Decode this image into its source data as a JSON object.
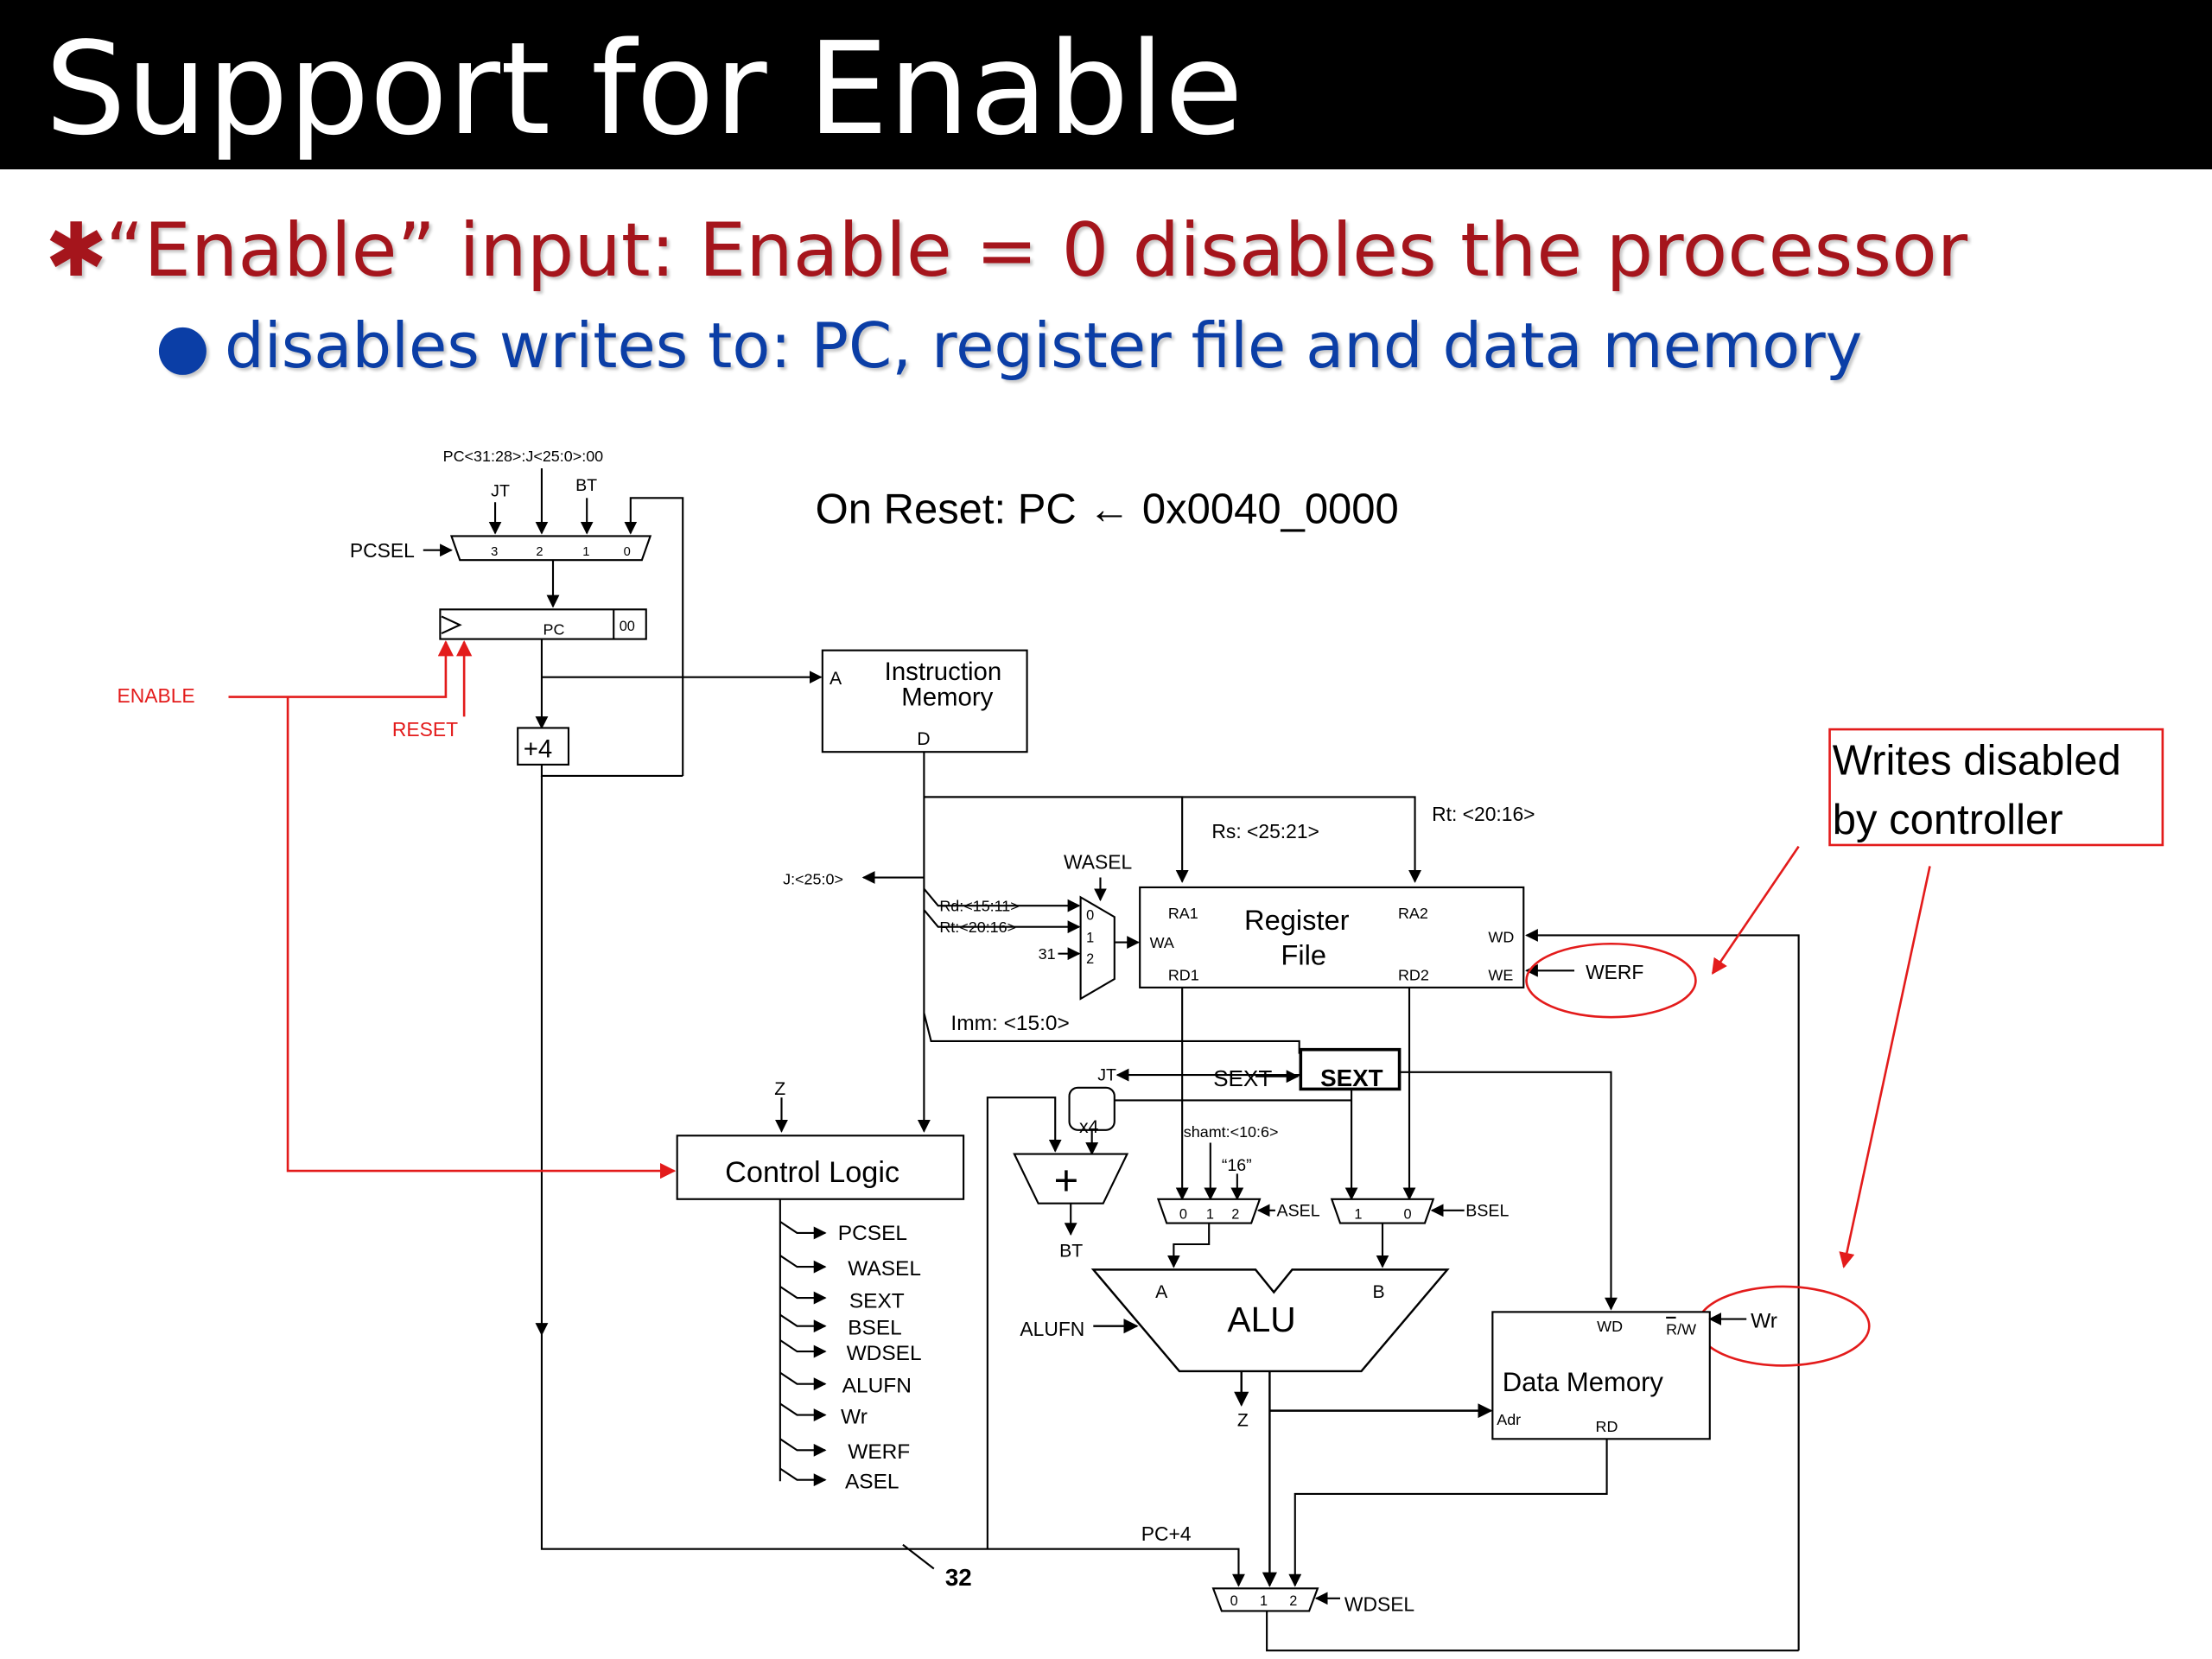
{
  "slide": {
    "title": "Support for Enable",
    "bullet1": {
      "marker": "✱",
      "text": "“Enable” input:  Enable = 0 disables the processor"
    },
    "bullet2": {
      "marker": "●",
      "text": "disables writes to:  PC, register file and data memory"
    }
  },
  "colors": {
    "title_bg": "#000000",
    "bullet1": "#a5151c",
    "bullet2": "#0b3ea6",
    "annotation": "#e31b1b"
  },
  "diagram": {
    "reset_note": "On Reset: PC ← 0x0040_0000",
    "pc_mux": {
      "top_label": "PC<31:28>:J<25:0>:00",
      "jt": "JT",
      "bt": "BT",
      "sel": "PCSEL",
      "inputs": [
        "3",
        "2",
        "1",
        "0"
      ]
    },
    "pc_register": {
      "label": "PC",
      "low_bits": "00"
    },
    "enable": "ENABLE",
    "reset": "RESET",
    "plus4": "+4",
    "instruction_memory": {
      "line1": "Instruction",
      "line2": "Memory",
      "port_a": "A",
      "port_d": "D"
    },
    "annotation": {
      "line1": "Writes disabled",
      "line2": "by controller"
    },
    "rs_field": "Rs: <25:21>",
    "rt_field": "Rt: <20:16>",
    "wasel": "WASEL",
    "j_field": "J:<25:0>",
    "rd_field": "Rd:<15:11>",
    "rt_field2": "Rt:<20:16>",
    "const31": "31",
    "wa_mux_inputs": [
      "0",
      "1",
      "2"
    ],
    "register_file": {
      "line1": "Register",
      "line2": "File",
      "ra1": "RA1",
      "ra2": "RA2",
      "wa": "WA",
      "wd": "WD",
      "rd1": "RD1",
      "rd2": "RD2",
      "we": "WE"
    },
    "werf": "WERF",
    "imm_field": "Imm: <15:0>",
    "jt_out": "JT",
    "sext_signal": "SEXT",
    "sext_box": "SEXT",
    "z_in": "Z",
    "x4": "x4",
    "shamt": "shamt:<10:6>",
    "const16": "“16”",
    "control_logic": "Control Logic",
    "control_outputs": [
      "PCSEL",
      "WASEL",
      "SEXT",
      "BSEL",
      "WDSEL",
      "ALUFN",
      "Wr",
      "WERF",
      "ASEL"
    ],
    "adder": "+",
    "bt_out": "BT",
    "asel": {
      "label": "ASEL",
      "inputs": [
        "0",
        "1",
        "2"
      ]
    },
    "bsel": {
      "label": "BSEL",
      "inputs": [
        "1",
        "0"
      ]
    },
    "alu": {
      "label": "ALU",
      "a": "A",
      "b": "B",
      "fn": "ALUFN"
    },
    "z_out": "Z",
    "data_memory": {
      "label": "Data Memory",
      "wd": "WD",
      "rw": "R/W",
      "adr": "Adr",
      "rd": "RD"
    },
    "wr": "Wr",
    "pc_plus4": "PC+4",
    "bus_width": "32",
    "wdsel": {
      "label": "WDSEL",
      "inputs": [
        "0",
        "1",
        "2"
      ]
    }
  }
}
